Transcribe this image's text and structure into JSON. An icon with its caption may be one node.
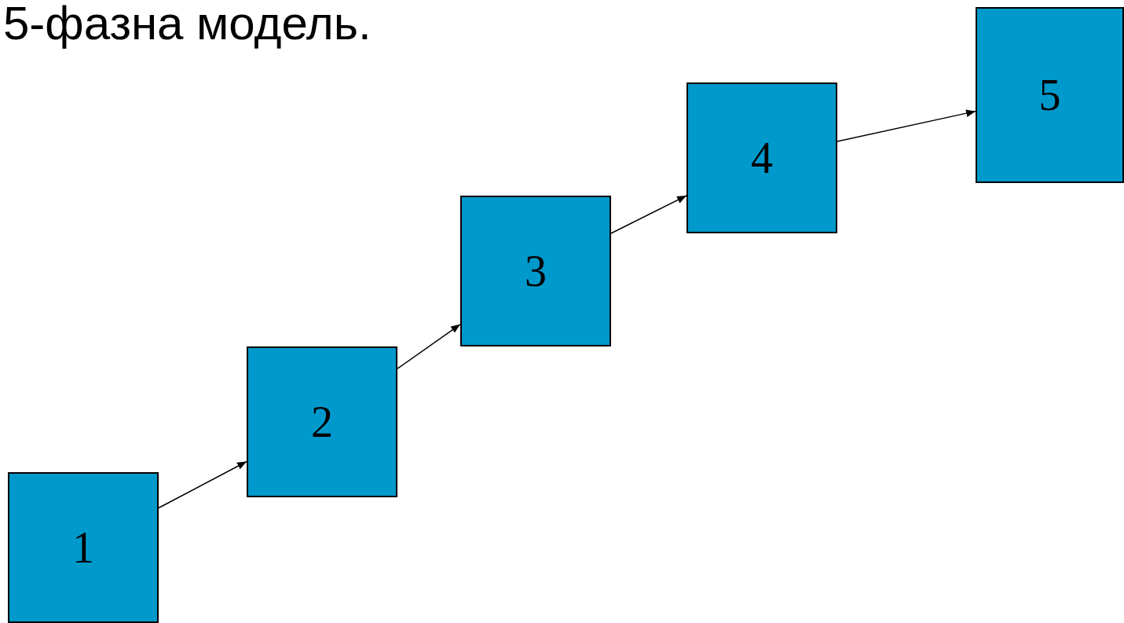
{
  "diagram": {
    "title": "5-фазна модель.",
    "nodes": [
      {
        "text": [
          "1"
        ]
      },
      {
        "text": [
          "2"
        ]
      },
      {
        "text": [
          "3"
        ]
      },
      {
        "text": [
          "4"
        ]
      },
      {
        "text": [
          "5"
        ]
      }
    ],
    "edges": [
      {
        "from": 0,
        "to": 1,
        "arrow": "to"
      },
      {
        "from": 1,
        "to": 2,
        "arrow": "to"
      },
      {
        "from": 2,
        "to": 3,
        "arrow": "to"
      },
      {
        "from": 3,
        "to": 4,
        "arrow": "to"
      }
    ]
  }
}
